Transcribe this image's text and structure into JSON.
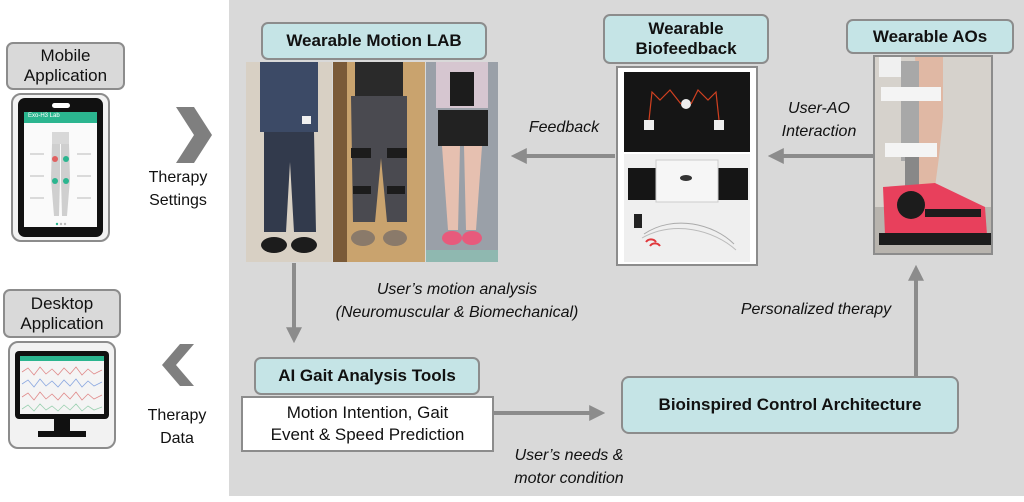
{
  "mobile": {
    "label": "Mobile\nApplication",
    "app_title": "Exo-H3 Lab"
  },
  "desktop": {
    "label": "Desktop\nApplication"
  },
  "therapy_settings": "Therapy\nSettings",
  "therapy_data": "Therapy\nData",
  "motion_lab": {
    "title": "Wearable Motion LAB"
  },
  "biofeedback": {
    "title": "Wearable\nBiofeedback"
  },
  "aos": {
    "title": "Wearable AOs"
  },
  "feedback_label": "Feedback",
  "interaction_label": "User-AO\nInteraction",
  "motion_analysis_label": "User’s motion analysis\n(Neuromuscular & Biomechanical)",
  "personalized_label": "Personalized therapy",
  "ai_tools": {
    "title": "AI Gait Analysis Tools",
    "content": "Motion Intention, Gait\nEvent & Speed Prediction"
  },
  "control": {
    "title": "Bioinspired Control Architecture"
  },
  "needs_label": "User’s needs &\nmotor condition",
  "colors": {
    "panel": "#d9d9d9",
    "teal": "#c5e4e6",
    "arrow": "#8c8c8c",
    "chevron": "#7f7f7f",
    "app_green": "#2bb58f"
  }
}
